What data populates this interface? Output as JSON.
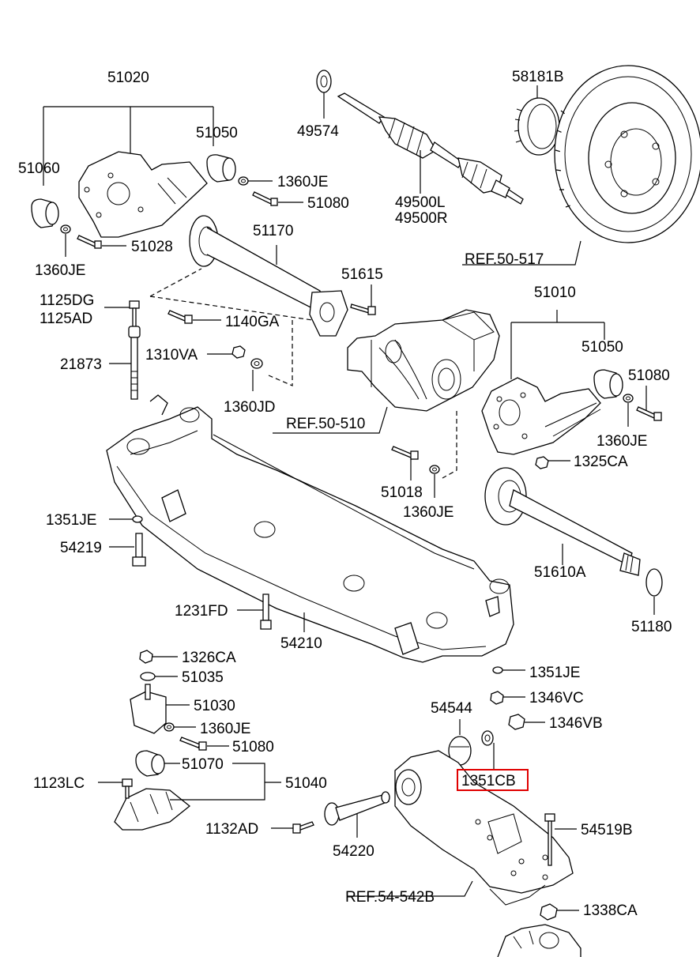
{
  "labels": {
    "p51020": "51020",
    "p51050_top": "51050",
    "p51060": "51060",
    "p1360JE_a": "1360JE",
    "p51080_a": "51080",
    "p51028": "51028",
    "p1360JE_b": "1360JE",
    "p49574": "49574",
    "p49500L": "49500L",
    "p49500R": "49500R",
    "p58181B": "58181B",
    "ref50517": "REF.50-517",
    "p51170": "51170",
    "p51615": "51615",
    "p1125DG": "1125DG",
    "p1125AD": "1125AD",
    "p1140GA": "1140GA",
    "p21873": "21873",
    "p1310VA": "1310VA",
    "p1360JD": "1360JD",
    "ref50510": "REF.50-510",
    "p51010": "51010",
    "p51050_mid": "51050",
    "p51080_b": "51080",
    "p1360JE_c": "1360JE",
    "p1325CA": "1325CA",
    "p51018": "51018",
    "p1360JE_d": "1360JE",
    "p1351JE_a": "1351JE",
    "p54219": "54219",
    "p51610A": "51610A",
    "p51180": "51180",
    "p1231FD": "1231FD",
    "p54210": "54210",
    "p1326CA": "1326CA",
    "p51035": "51035",
    "p1351JE_b": "1351JE",
    "p1346VC": "1346VC",
    "p51030": "51030",
    "p54544": "54544",
    "p1346VB": "1346VB",
    "p1360JE_e": "1360JE",
    "p51080_c": "51080",
    "p1351CB": "1351CB",
    "p51070": "51070",
    "p51040": "51040",
    "p1123LC": "1123LC",
    "p1132AD": "1132AD",
    "p54220": "54220",
    "p54519B": "54519B",
    "ref545242B": "REF.54-542B",
    "p1338CA": "1338CA"
  },
  "highlight": {
    "part": "1351CB",
    "color": "#e00000"
  }
}
